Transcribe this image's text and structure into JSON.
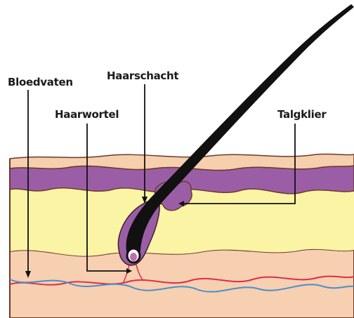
{
  "labels": {
    "bloedvaten": "Bloedvaten",
    "haarschacht": "Haarschacht",
    "haarwortel": "Haarwortel",
    "talgklier": "Talgklier"
  },
  "colors": {
    "epidermis_top": "#f5cfae",
    "purple_layer": "#9b5ea6",
    "dermis": "#fbf4a5",
    "subcutis": "#f7cfb1",
    "hair": "#111111",
    "blood_red": "#d9304a",
    "blood_blue": "#4a8fc9",
    "outline": "#6b3a28"
  }
}
